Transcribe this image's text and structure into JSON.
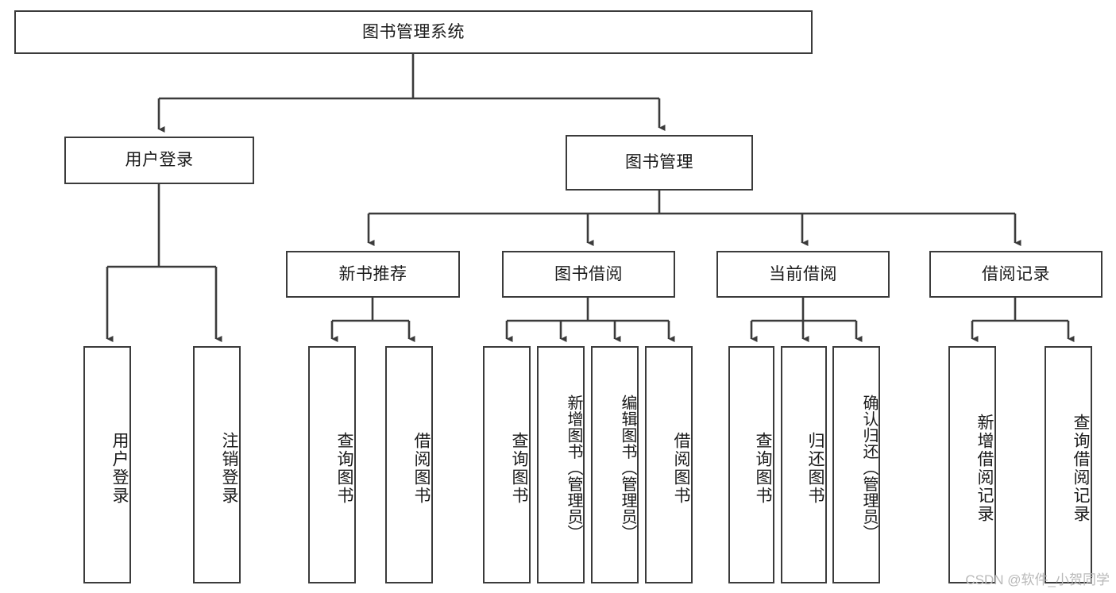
{
  "diagram": {
    "title": "图书管理系统",
    "type": "hierarchy-tree",
    "colors": {
      "border": "#3b3b3b",
      "background": "#ffffff",
      "text": "#1a1a1a",
      "watermark": "#b9b9b9"
    },
    "root": {
      "label": "图书管理系统"
    },
    "level1": [
      {
        "label": "用户登录"
      },
      {
        "label": "图书管理"
      }
    ],
    "level2": [
      {
        "label": "新书推荐"
      },
      {
        "label": "图书借阅"
      },
      {
        "label": "当前借阅"
      },
      {
        "label": "借阅记录"
      }
    ],
    "leaves": {
      "user_login": [
        {
          "label": "用户登录"
        },
        {
          "label": "注销登录"
        }
      ],
      "new_book": [
        {
          "label": "查询图书"
        },
        {
          "label": "借阅图书"
        }
      ],
      "book_borrow": [
        {
          "label": "查询图书"
        },
        {
          "label": "新增图书（管理员）"
        },
        {
          "label": "编辑图书（管理员）"
        },
        {
          "label": "借阅图书"
        }
      ],
      "current_borrow": [
        {
          "label": "查询图书"
        },
        {
          "label": "归还图书"
        },
        {
          "label": "确认归还（管理员）"
        }
      ],
      "borrow_record": [
        {
          "label": "新增借阅记录"
        },
        {
          "label": "查询借阅记录"
        }
      ]
    },
    "watermark": "CSDN @软件_小贺同学"
  }
}
